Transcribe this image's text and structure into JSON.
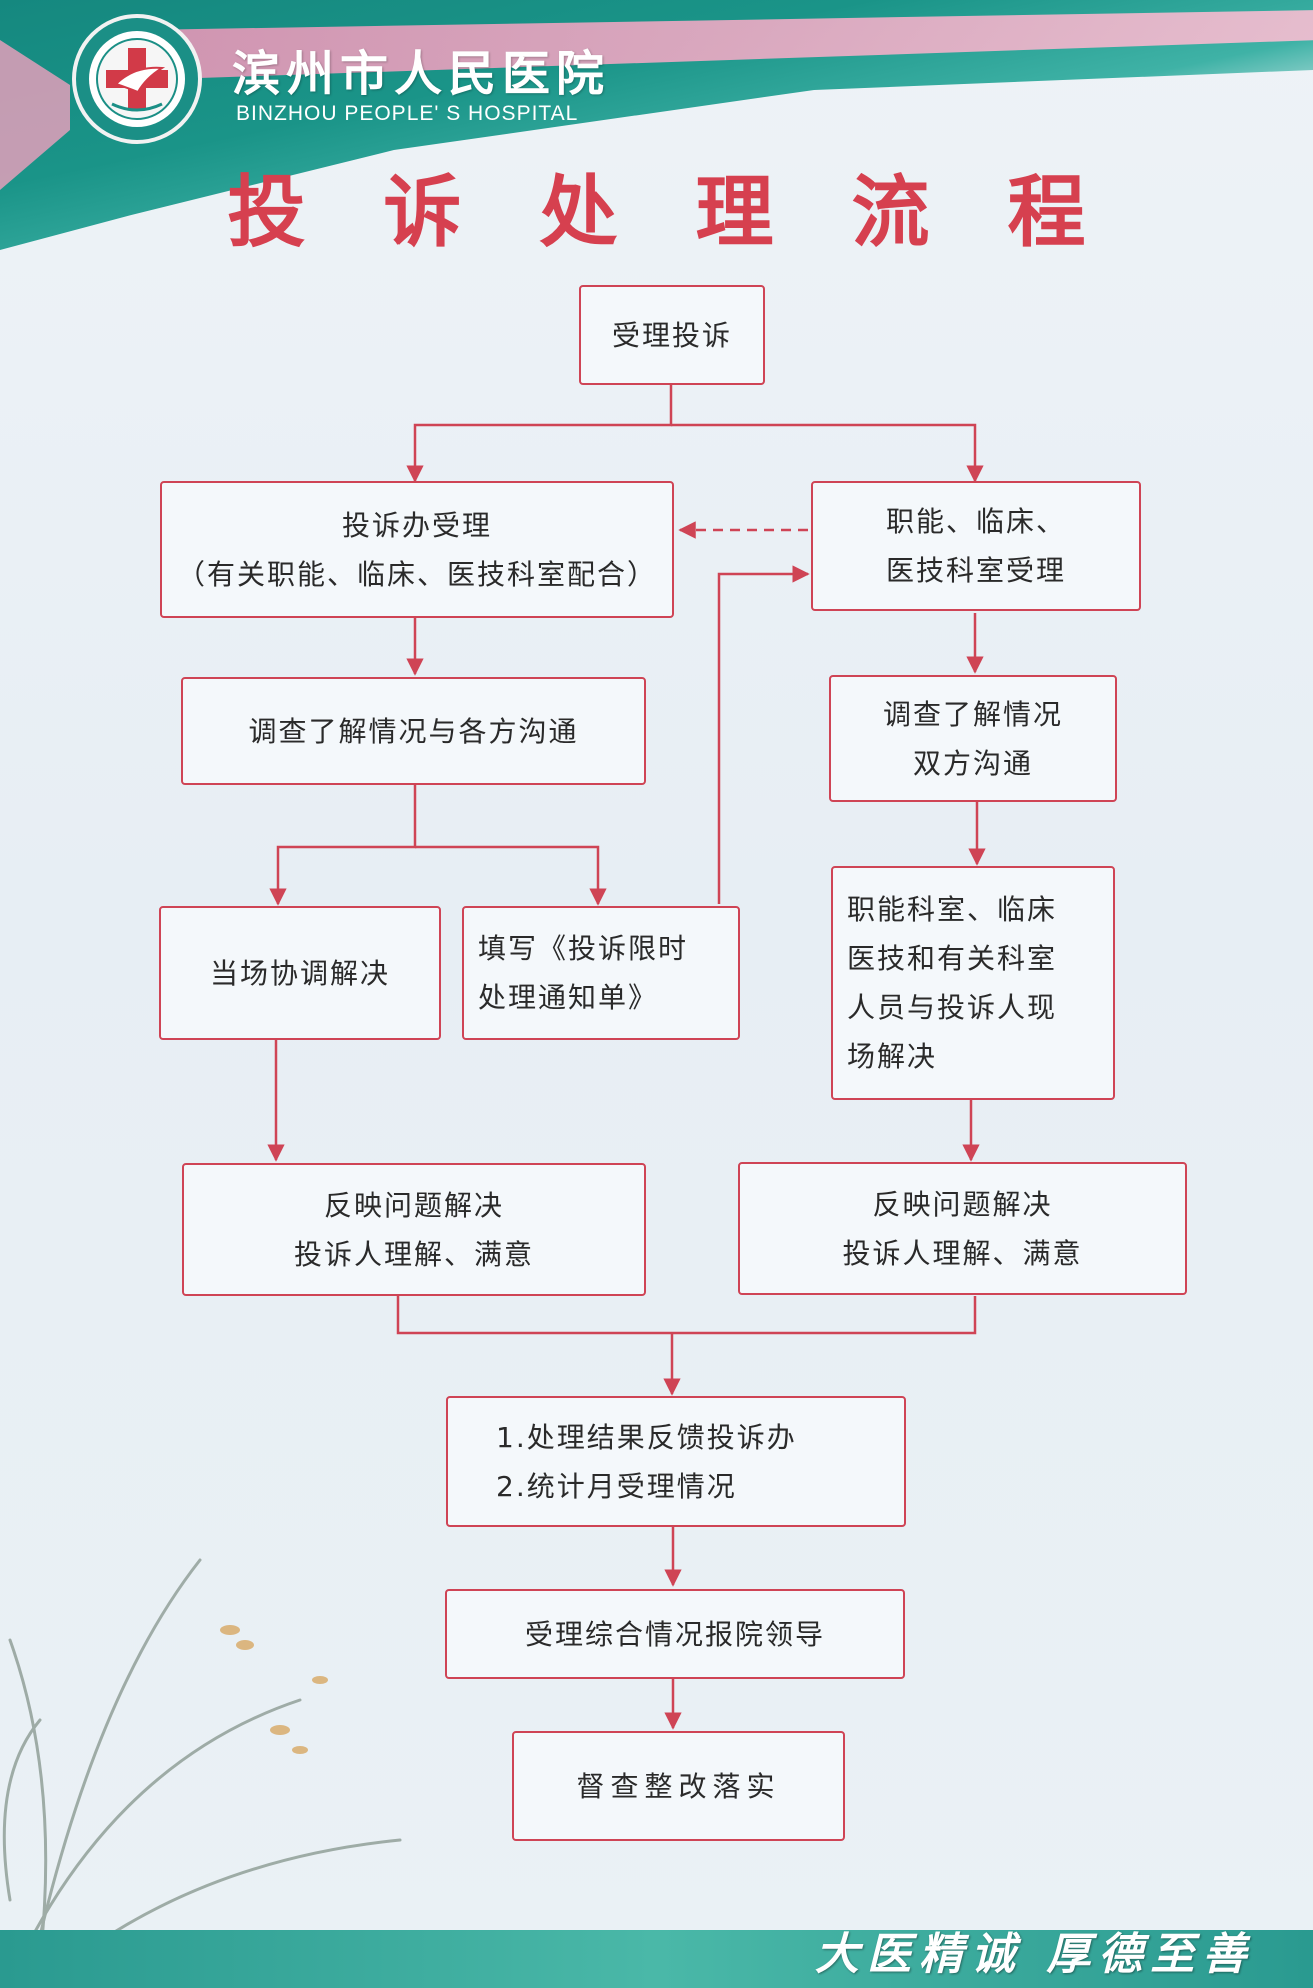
{
  "header": {
    "hospital_name_cn": "滨州市人民医院",
    "hospital_name_en": "BINZHOU PEOPLE' S HOSPITAL",
    "logo_icon": "red-cross-dove-emblem-icon"
  },
  "title": "投诉处理流程",
  "flow": {
    "accept": "受理投诉",
    "office_accept": {
      "line1": "投诉办受理",
      "line2": "（有关职能、临床、医技科室配合）"
    },
    "dept_accept": {
      "line1": "职能、临床、",
      "line2": "医技科室受理"
    },
    "office_investigate": "调查了解情况与各方沟通",
    "dept_investigate": {
      "line1": "调查了解情况",
      "line2": "双方沟通"
    },
    "onsite_resolve": "当场协调解决",
    "fill_notice": {
      "line1": "填写《投诉限时",
      "line2": "处理通知单》"
    },
    "dept_onsite": {
      "line1": "职能科室、临床",
      "line2": "医技和有关科室",
      "line3": "人员与投诉人现",
      "line4": "场解决"
    },
    "resolved_left": {
      "line1": "反映问题解决",
      "line2": "投诉人理解、满意"
    },
    "resolved_right": {
      "line1": "反映问题解决",
      "line2": "投诉人理解、满意"
    },
    "feedback": {
      "line1": "1.处理结果反馈投诉办",
      "line2": "2.统计月受理情况"
    },
    "report": "受理综合情况报院领导",
    "supervise": "督查整改落实"
  },
  "footer": {
    "slogan": "大医精诚 厚德至善"
  },
  "colors": {
    "accent_red": "#cf4455",
    "title_red": "#d6404f",
    "teal": "#1a9488",
    "pink": "#f096b9"
  }
}
